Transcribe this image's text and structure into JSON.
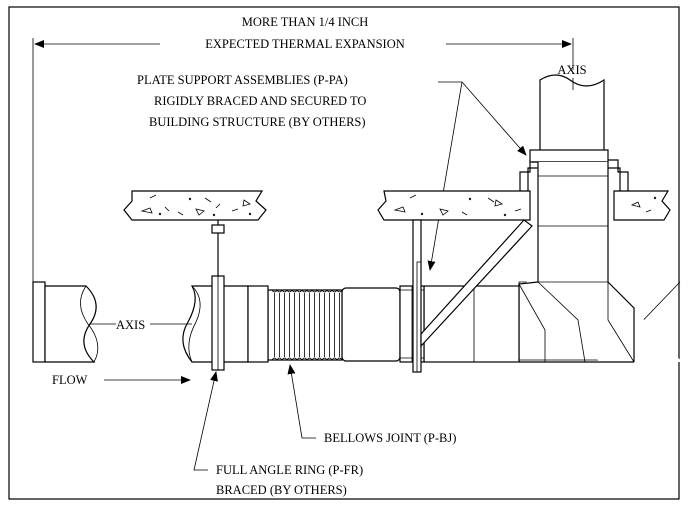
{
  "labels": {
    "expansion_line1": "MORE THAN 1/4 INCH",
    "expansion_line2": "EXPECTED THERMAL EXPANSION",
    "axis_right": "AXIS",
    "support_line1": "PLATE SUPPORT ASSEMBLIES (P-PA)",
    "support_line2": "RIGIDLY BRACED AND SECURED TO",
    "support_line3": "BUILDING STRUCTURE (BY OTHERS)",
    "axis_left": "AXIS",
    "flow": "FLOW",
    "bellows": "BELLOWS JOINT (P-BJ)",
    "ring_line1": "FULL ANGLE RING (P-FR)",
    "ring_line2": "BRACED  (BY OTHERS)"
  }
}
